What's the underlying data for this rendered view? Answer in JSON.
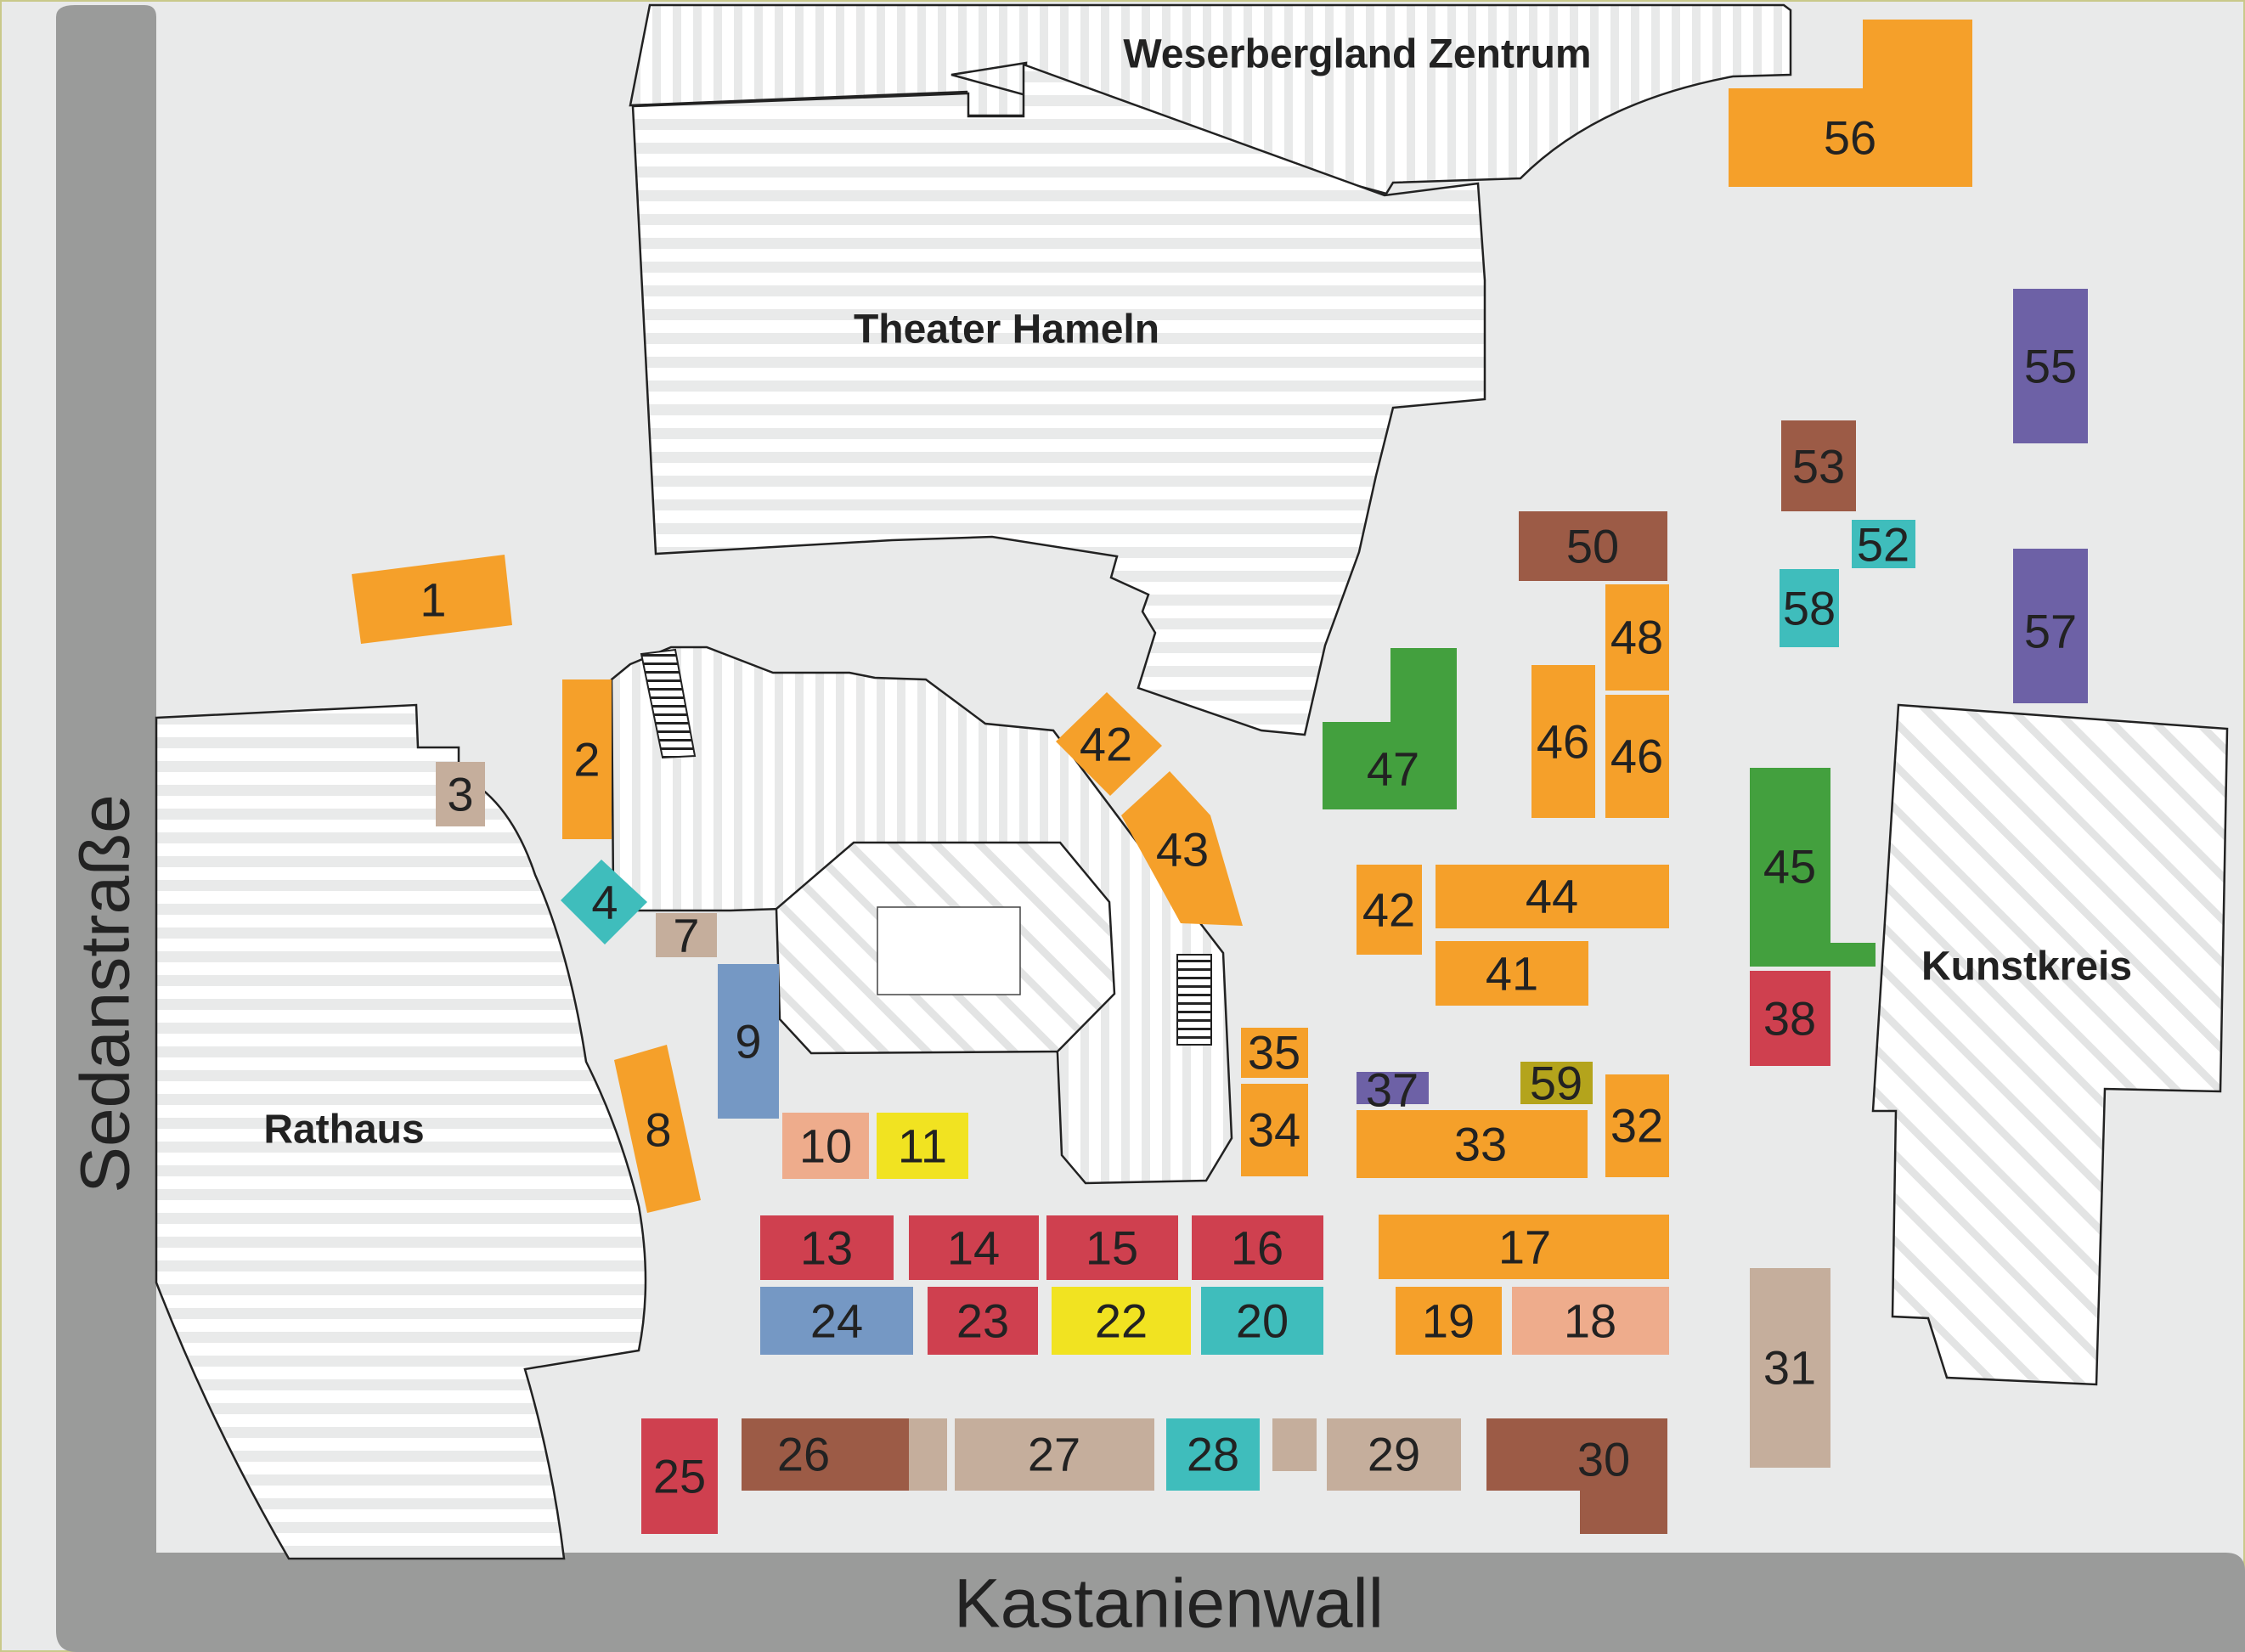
{
  "colors": {
    "ground": "#e9eaea",
    "road": "#9a9b9a",
    "orange": "#f5a02a",
    "red": "#cf404f",
    "brown": "#9c5b46",
    "tan": "#c5ae9c",
    "teal": "#3fbdbc",
    "blue": "#7598c4",
    "yellow": "#f1e321",
    "green": "#43a03e",
    "purple": "#6d61a6",
    "olive": "#b4a41c",
    "salmon": "#eeac8c"
  },
  "streets": {
    "left": "Sedanstraße",
    "bottom": "Kastanienwall"
  },
  "buildings": {
    "weserbergland": "Weserbergland Zentrum",
    "theater": "Theater Hameln",
    "rathaus": "Rathaus",
    "kunstkreis": "Kunstkreis"
  },
  "stands": [
    {
      "id": "s1",
      "label": "1",
      "color": "orange"
    },
    {
      "id": "s2",
      "label": "2",
      "color": "orange"
    },
    {
      "id": "s3",
      "label": "3",
      "color": "tan"
    },
    {
      "id": "s4",
      "label": "4",
      "color": "teal"
    },
    {
      "id": "s7",
      "label": "7",
      "color": "tan"
    },
    {
      "id": "s8",
      "label": "8",
      "color": "orange"
    },
    {
      "id": "s9",
      "label": "9",
      "color": "blue"
    },
    {
      "id": "s10",
      "label": "10",
      "color": "salmon"
    },
    {
      "id": "s11",
      "label": "11",
      "color": "yellow"
    },
    {
      "id": "s13",
      "label": "13",
      "color": "red"
    },
    {
      "id": "s14",
      "label": "14",
      "color": "red"
    },
    {
      "id": "s15",
      "label": "15",
      "color": "red"
    },
    {
      "id": "s16",
      "label": "16",
      "color": "red"
    },
    {
      "id": "s17",
      "label": "17",
      "color": "orange"
    },
    {
      "id": "s18",
      "label": "18",
      "color": "salmon"
    },
    {
      "id": "s19",
      "label": "19",
      "color": "orange"
    },
    {
      "id": "s20",
      "label": "20",
      "color": "teal"
    },
    {
      "id": "s22",
      "label": "22",
      "color": "yellow"
    },
    {
      "id": "s23",
      "label": "23",
      "color": "red"
    },
    {
      "id": "s24",
      "label": "24",
      "color": "blue"
    },
    {
      "id": "s25",
      "label": "25",
      "color": "red"
    },
    {
      "id": "s26",
      "label": "26",
      "color": "brown"
    },
    {
      "id": "s27",
      "label": "27",
      "color": "tan"
    },
    {
      "id": "s28",
      "label": "28",
      "color": "teal"
    },
    {
      "id": "s29",
      "label": "29",
      "color": "tan"
    },
    {
      "id": "s30",
      "label": "30",
      "color": "brown"
    },
    {
      "id": "s31",
      "label": "31",
      "color": "tan"
    },
    {
      "id": "s32",
      "label": "32",
      "color": "orange"
    },
    {
      "id": "s33",
      "label": "33",
      "color": "orange"
    },
    {
      "id": "s34",
      "label": "34",
      "color": "orange"
    },
    {
      "id": "s35",
      "label": "35",
      "color": "orange"
    },
    {
      "id": "s37",
      "label": "37",
      "color": "purple"
    },
    {
      "id": "s38",
      "label": "38",
      "color": "red"
    },
    {
      "id": "s41",
      "label": "41",
      "color": "orange"
    },
    {
      "id": "s42a",
      "label": "42",
      "color": "orange"
    },
    {
      "id": "s42b",
      "label": "42",
      "color": "orange"
    },
    {
      "id": "s43",
      "label": "43",
      "color": "orange"
    },
    {
      "id": "s44",
      "label": "44",
      "color": "orange"
    },
    {
      "id": "s45",
      "label": "45",
      "color": "green"
    },
    {
      "id": "s46a",
      "label": "46",
      "color": "orange"
    },
    {
      "id": "s46b",
      "label": "46",
      "color": "orange"
    },
    {
      "id": "s47",
      "label": "47",
      "color": "green"
    },
    {
      "id": "s48",
      "label": "48",
      "color": "orange"
    },
    {
      "id": "s50",
      "label": "50",
      "color": "brown"
    },
    {
      "id": "s52",
      "label": "52",
      "color": "teal"
    },
    {
      "id": "s53",
      "label": "53",
      "color": "brown"
    },
    {
      "id": "s55",
      "label": "55",
      "color": "purple"
    },
    {
      "id": "s56",
      "label": "56",
      "color": "orange"
    },
    {
      "id": "s57",
      "label": "57",
      "color": "purple"
    },
    {
      "id": "s58",
      "label": "58",
      "color": "teal"
    },
    {
      "id": "s59",
      "label": "59",
      "color": "olive"
    }
  ]
}
